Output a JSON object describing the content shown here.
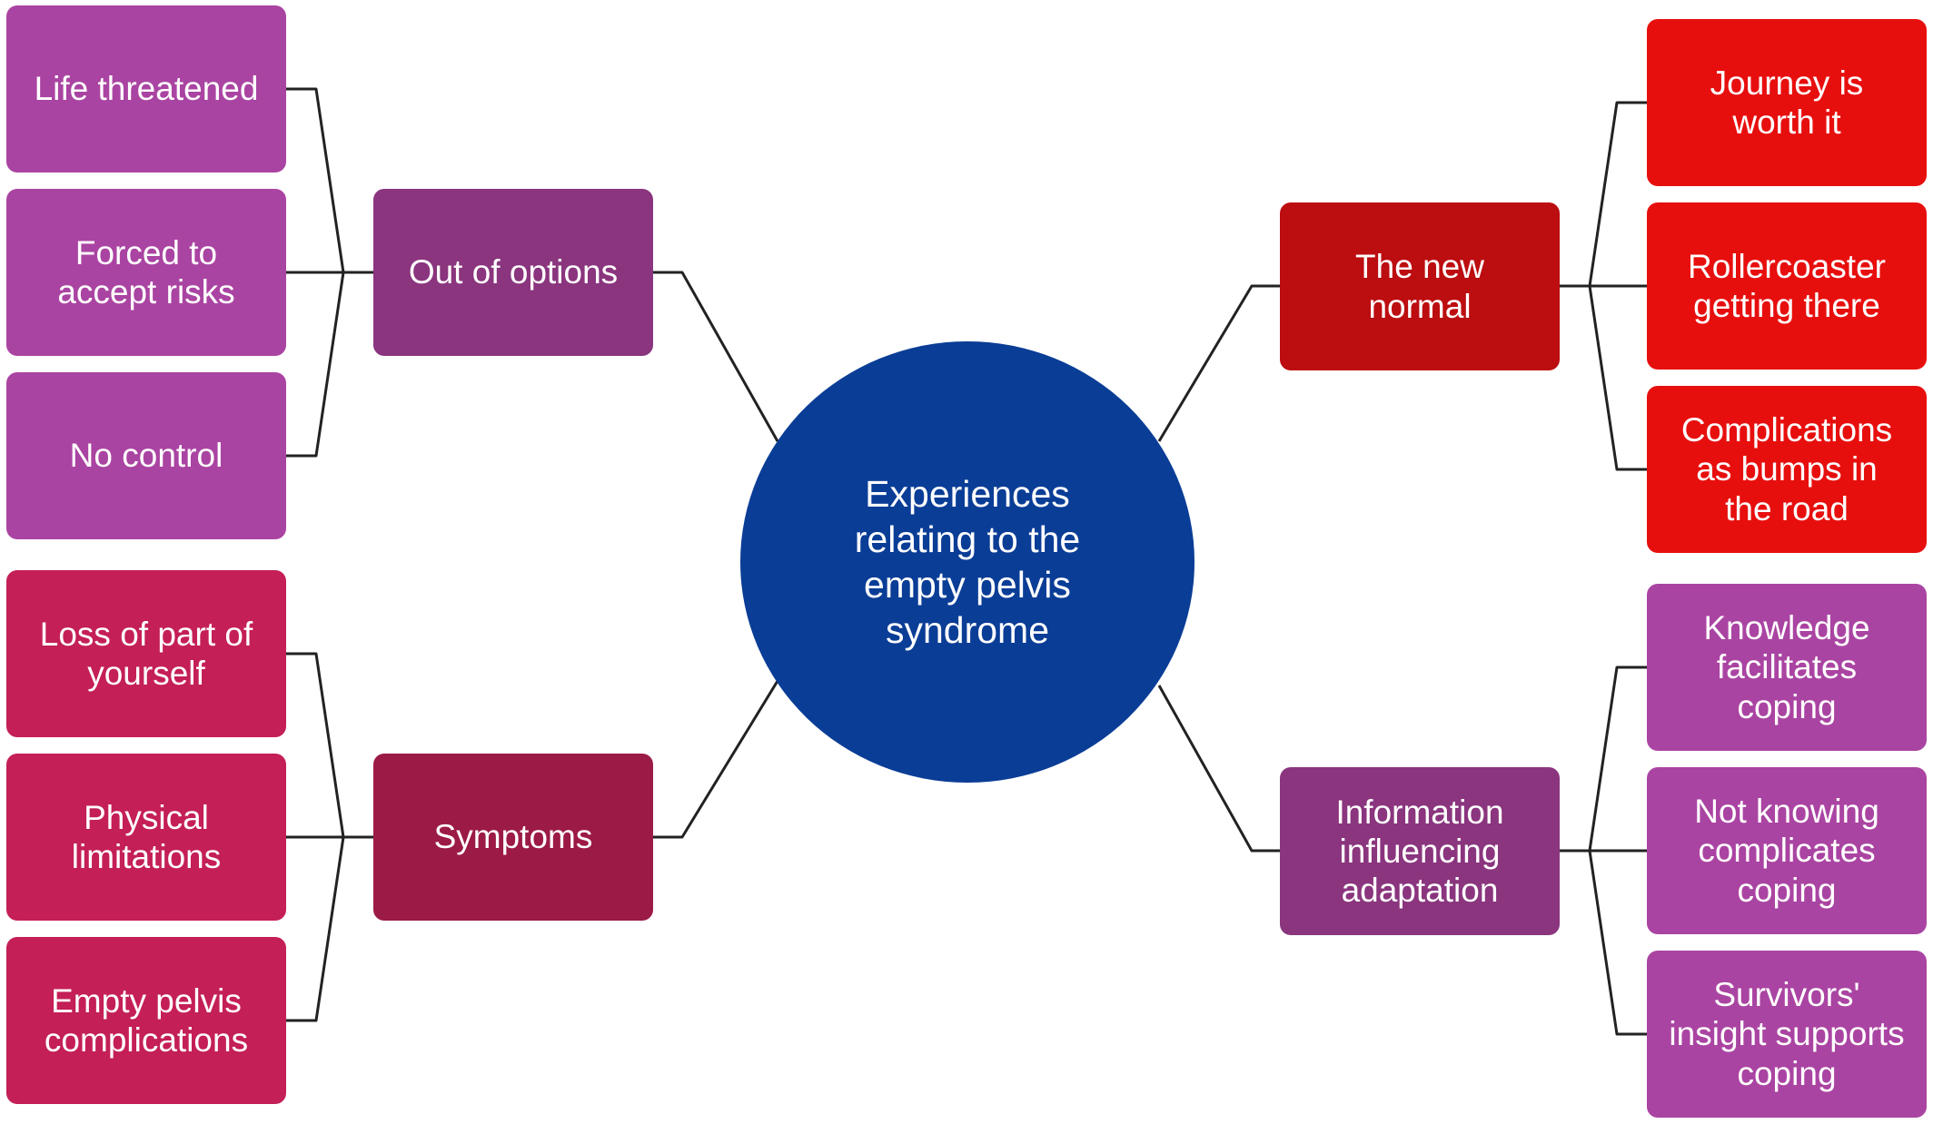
{
  "colors": {
    "center": "#0a3d96",
    "out_of_options": "#8a357e",
    "symptoms": "#9c1a46",
    "new_normal": "#bc0d10",
    "information": "#8a357e",
    "leaf_magenta": "#aa44a2",
    "leaf_crimson": "#c41f57",
    "leaf_red": "#e70f0e",
    "connector": "#222222"
  },
  "center": {
    "label": "Experiences\nrelating to the\nempty pelvis\nsyndrome"
  },
  "branches": {
    "out_of_options": {
      "label": "Out of options",
      "leaves": [
        "Life threatened",
        "Forced to\naccept risks",
        "No control"
      ]
    },
    "symptoms": {
      "label": "Symptoms",
      "leaves": [
        "Loss of part of\nyourself",
        "Physical\nlimitations",
        "Empty pelvis\ncomplications"
      ]
    },
    "new_normal": {
      "label": "The new\nnormal",
      "leaves": [
        "Journey is\nworth it",
        "Rollercoaster\ngetting there",
        "Complications\nas bumps in\nthe road"
      ]
    },
    "information": {
      "label": "Information\ninfluencing\nadaptation",
      "leaves": [
        "Knowledge\nfacilitates\ncoping",
        "Not knowing\ncomplicates\ncoping",
        "Survivors'\ninsight supports\ncoping"
      ]
    }
  }
}
